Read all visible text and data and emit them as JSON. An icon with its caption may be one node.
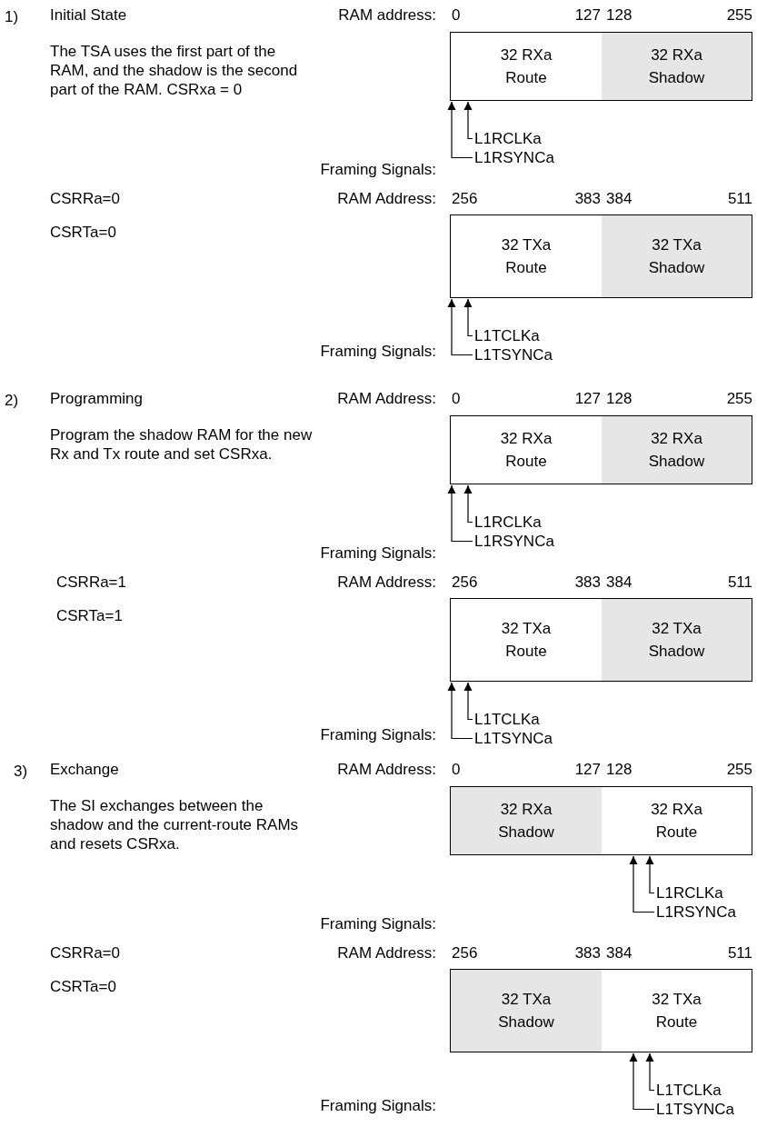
{
  "diagram": {
    "nodes": [
      {
        "text": [
          "32 RXa Route"
        ]
      },
      {
        "text": [
          "32 RXa Shadow"
        ]
      },
      {
        "text": [
          "L1RCLKa"
        ]
      },
      {
        "text": [
          "L1RSYNCa"
        ]
      },
      {
        "text": [
          "32 TXa Route"
        ]
      },
      {
        "text": [
          "32 TXa Shadow"
        ]
      },
      {
        "text": [
          "L1TCLKa"
        ]
      },
      {
        "text": [
          "L1TSYNCa"
        ]
      },
      {
        "text": [
          "32 RXa Route"
        ]
      },
      {
        "text": [
          "32 RXa Shadow"
        ]
      },
      {
        "text": [
          "L1RCLKa"
        ]
      },
      {
        "text": [
          "L1RSYNCa"
        ]
      },
      {
        "text": [
          "32 TXa Route"
        ]
      },
      {
        "text": [
          "32 TXa Shadow"
        ]
      },
      {
        "text": [
          "L1TCLKa"
        ]
      },
      {
        "text": [
          "L1TSYNCa"
        ]
      },
      {
        "text": [
          "32 RXa Shadow"
        ]
      },
      {
        "text": [
          "32 RXa Route"
        ]
      },
      {
        "text": [
          "L1RCLKa"
        ]
      },
      {
        "text": [
          "L1RSYNCa"
        ]
      },
      {
        "text": [
          "32 TXa Shadow"
        ]
      },
      {
        "text": [
          "32 TXa Route"
        ]
      },
      {
        "text": [
          "L1TCLKa"
        ]
      },
      {
        "text": [
          "L1TSYNCa"
        ]
      }
    ],
    "edges": [
      {
        "from": 2,
        "to": 0,
        "arrow": "to"
      },
      {
        "from": 3,
        "to": 0,
        "arrow": "to"
      },
      {
        "from": 6,
        "to": 4,
        "arrow": "to"
      },
      {
        "from": 7,
        "to": 4,
        "arrow": "to"
      },
      {
        "from": 10,
        "to": 8,
        "arrow": "to"
      },
      {
        "from": 11,
        "to": 8,
        "arrow": "to"
      },
      {
        "from": 14,
        "to": 12,
        "arrow": "to"
      },
      {
        "from": 15,
        "to": 12,
        "arrow": "to"
      },
      {
        "from": 18,
        "to": 17,
        "arrow": "to"
      },
      {
        "from": 19,
        "to": 17,
        "arrow": "to"
      },
      {
        "from": 22,
        "to": 21,
        "arrow": "to"
      },
      {
        "from": 23,
        "to": 21,
        "arrow": "to"
      }
    ],
    "labels": [
      "1)",
      "Initial State",
      "RAM address:",
      "0",
      "127",
      "128",
      "255",
      "The TSA uses the first part of the RAM, and the shadow is the second part of the RAM. CSRxa = 0",
      "Framing Signals:",
      "CSRRa=0",
      "CSRTa=0",
      "RAM Address:",
      "256",
      "383",
      "384",
      "511",
      "Framing Signals:",
      "2)",
      "Programming",
      "RAM Address:",
      "0",
      "127",
      "128",
      "255",
      "Program the shadow RAM for the new Rx and Tx route and set CSRxa.",
      "Framing Signals:",
      "CSRRa=1",
      "CSRTa=1",
      "RAM Address:",
      "256",
      "383",
      "384",
      "511",
      "Framing Signals:",
      "3)",
      "Exchange",
      "RAM Address:",
      "0",
      "127",
      "128",
      "255",
      "The SI exchanges between the shadow and the current-route RAMs and resets CSRxa.",
      "Framing Signals:",
      "CSRRa=0",
      "CSRTa=0",
      "RAM Address:",
      "256",
      "383",
      "384",
      "511",
      "Framing Signals:"
    ]
  }
}
